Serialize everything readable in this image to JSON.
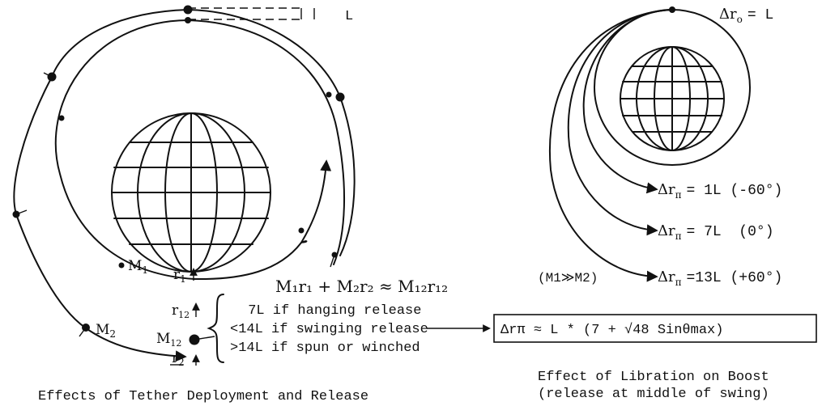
{
  "left_panel": {
    "L_label": "L",
    "M1_label": "M",
    "M1_sub": "1",
    "r1_label": "r",
    "r1_sub": "1",
    "M2_label": "M",
    "M2_sub": "2",
    "r12_label": "r",
    "r12_sub": "12",
    "M12_label": "M",
    "M12_sub": "12",
    "r2_label": "r",
    "r2_sub": "2",
    "equation": "M₁r₁ + M₂r₂ ≈ M₁₂r₁₂",
    "options": [
      " 7L if hanging release",
      "<14L if swinging release",
      ">14L if spun or winched"
    ],
    "caption": "Effects of Tether Deployment and Release"
  },
  "right_panel": {
    "delta_r0": "Δr",
    "delta_r0_sub": "o",
    "delta_r0_value": "= L",
    "results": [
      {
        "prefix": "Δr",
        "sub": "π",
        "value": "= 1L (-60°)"
      },
      {
        "prefix": "Δr",
        "sub": "π",
        "value": "= 7L  (0°)"
      },
      {
        "prefix": "Δr",
        "sub": "π",
        "value": "=13L (+60°)"
      }
    ],
    "mass_condition": "(M1≫M2)",
    "formula": "Δrπ ≈ L * (7 + √48 Sinθmax)",
    "caption_line1": "Effect of Libration on Boost",
    "caption_line2": "(release at middle of swing)"
  }
}
